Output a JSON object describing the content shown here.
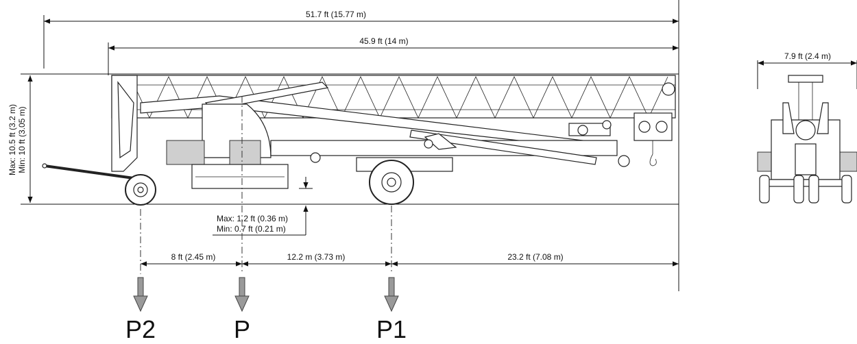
{
  "dimensions": {
    "overall_length": "51.7 ft (15.77 m)",
    "jib_length": "45.9 ft (14 m)",
    "width": "7.9 ft (2.4 m)",
    "height_max": "Max: 10.5 ft (3.2 m)",
    "height_min": "Min: 10 ft (3.05 m)",
    "clearance_max": "Max: 1.2 ft (0.36 m)",
    "clearance_min": "Min: 0.7 ft (0.21 m)",
    "p2_to_p": "8 ft (2.45 m)",
    "p_to_p1": "12.2 m (3.73 m)",
    "p1_to_end": "23.2 ft (7.08 m)"
  },
  "loads": {
    "p2": "P2",
    "p": "P",
    "p1": "P1"
  }
}
